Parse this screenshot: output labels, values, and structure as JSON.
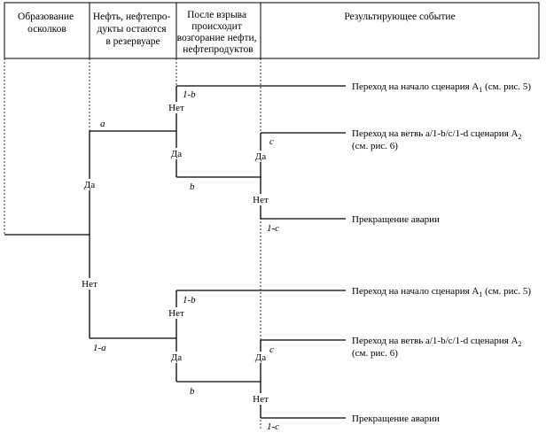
{
  "headers": {
    "col1": [
      "Образование",
      "осколков"
    ],
    "col2": [
      "Нефть, нефтепро-",
      "дукты остаются",
      "в резервуаре"
    ],
    "col3": [
      "После взрыва",
      "происходит",
      "возгорание нефти,",
      "нефтепродуктов"
    ],
    "col4": [
      "Результирующее событие"
    ]
  },
  "labels": {
    "yes": "Да",
    "no": "Нет"
  },
  "probabilities": {
    "a": "a",
    "one_minus_a": "1-a",
    "b": "b",
    "one_minus_b": "1-b",
    "c": "c",
    "one_minus_c": "1-c"
  },
  "outcomes": {
    "goto_a1": {
      "text": "Переход на начало сценария А",
      "sub": "1",
      "tail": " (см. рис. 5)"
    },
    "goto_a2_line1": {
      "text": "Переход на ветвь a/1-b/c/1-d сценария А",
      "sub": "2"
    },
    "goto_a2_line2": "(см. рис. 6)",
    "stop": "Прекращение аварии"
  }
}
